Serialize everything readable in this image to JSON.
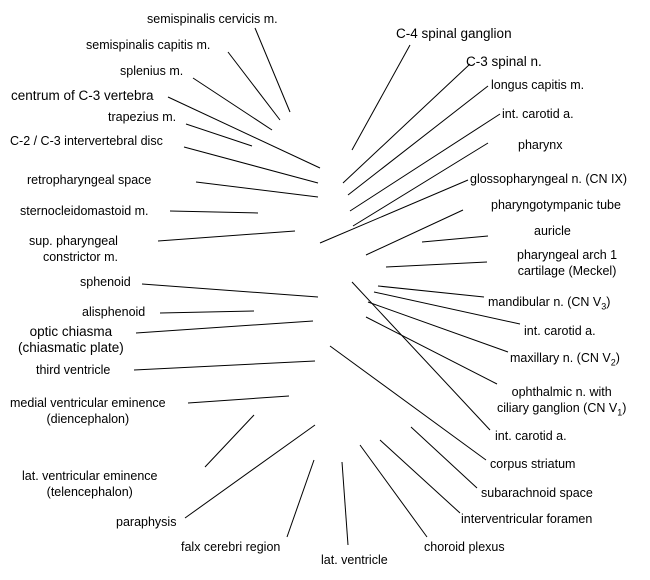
{
  "labels": {
    "semispinalis_cervicis": "semispinalis cervicis m.",
    "semispinalis_capitis": "semispinalis capitis m.",
    "splenius": "splenius m.",
    "centrum_c3": "centrum of C-3 vertebra",
    "trapezius": "trapezius m.",
    "c2_c3_disc": "C-2 / C-3 intervertebral disc",
    "retropharyngeal_space": "retropharyngeal space",
    "sternocleidomastoid": "sternocleidomastoid m.",
    "sup_pharyngeal_1": "sup. pharyngeal",
    "sup_pharyngeal_2": "constrictor m.",
    "sphenoid": "sphenoid",
    "alisphenoid": "alisphenoid",
    "optic_chiasma_1": "optic chiasma",
    "optic_chiasma_2": "(chiasmatic plate)",
    "third_ventricle": "third ventricle",
    "medial_ventricular_1": "medial ventricular eminence",
    "medial_ventricular_2": "(diencephalon)",
    "lat_ventricular_1": "lat. ventricular eminence",
    "lat_ventricular_2": "(telencephalon)",
    "paraphysis": "paraphysis",
    "falx_cerebri": "falx cerebri region",
    "lat_ventricle": "lat. ventricle",
    "choroid_plexus": "choroid plexus",
    "interventricular_foramen": "interventricular foramen",
    "subarachnoid_space": "subarachnoid space",
    "corpus_striatum": "corpus striatum",
    "int_carotid_bottom": "int. carotid a.",
    "ophthalmic_1": "ophthalmic n. with",
    "ophthalmic_2_base": "ciliary ganglion (CN V",
    "ophthalmic_sub": "1",
    "maxillary_base": "maxillary n. (CN V",
    "maxillary_sub": "2",
    "int_carotid_mid": "int. carotid a.",
    "mandibular_base": "mandibular n. (CN V",
    "mandibular_sub": "3",
    "pharyngeal_arch_1": "pharyngeal arch 1",
    "pharyngeal_arch_2": "cartilage (Meckel)",
    "auricle": "auricle",
    "pharyngotympanic": "pharyngotympanic tube",
    "glossopharyngeal": "glossopharyngeal n. (CN IX)",
    "pharynx": "pharynx",
    "int_carotid_top": "int. carotid a.",
    "longus_capitis": "longus capitis m.",
    "c3_spinal_n": "C-3 spinal n.",
    "c4_spinal_ganglion": "C-4 spinal ganglion",
    "close_paren": ")"
  }
}
